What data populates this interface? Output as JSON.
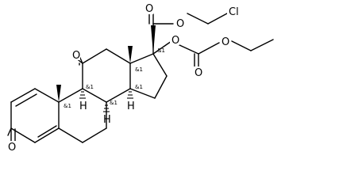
{
  "molecule": {
    "atom_labels": {
      "O_ester_carbonyl": "O",
      "O_ester_link": "O",
      "Cl": "Cl",
      "O_c17_link": "O",
      "O_carbonate_carbonyl": "O",
      "O_carbonate_ether": "O",
      "O_c11_ketone": "O",
      "O_c3_ketone": "O",
      "H_c8": "H",
      "H_c9": "H",
      "H_c14": "H"
    },
    "stereo_label": "&1"
  }
}
